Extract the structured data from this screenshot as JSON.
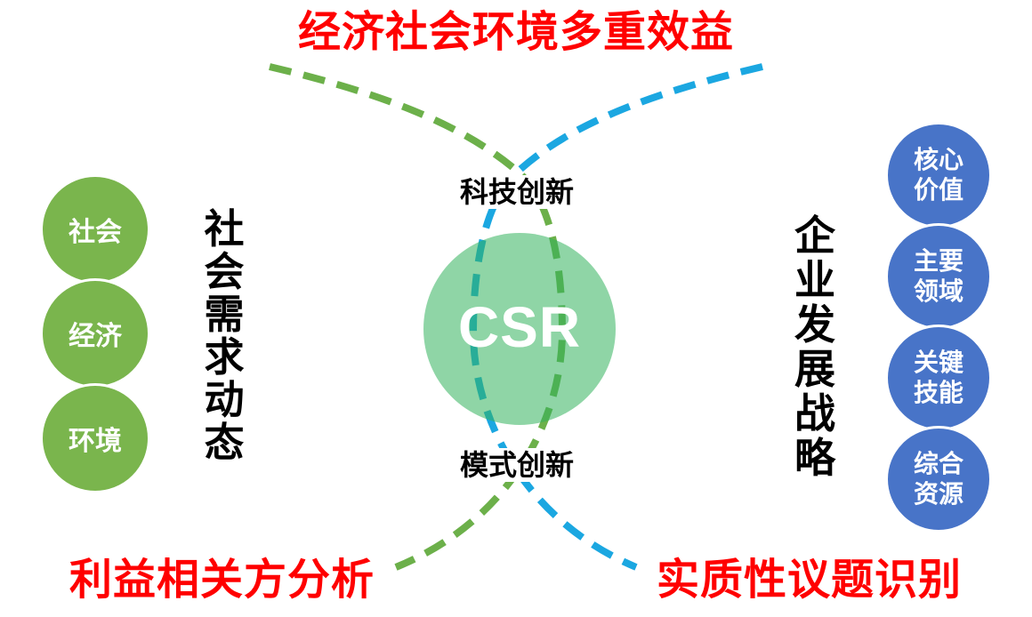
{
  "title_top": "经济社会环境多重效益",
  "center": {
    "csr": "CSR",
    "top_label": "科技创新",
    "bottom_label": "模式创新"
  },
  "left": {
    "vertical_label": "社会需求动态",
    "circles": [
      {
        "label": "社会"
      },
      {
        "label": "经济"
      },
      {
        "label": "环境"
      }
    ]
  },
  "right": {
    "vertical_label": "企业发展战略",
    "circles": [
      {
        "line1": "核心",
        "line2": "价值"
      },
      {
        "line1": "主要",
        "line2": "领域"
      },
      {
        "line1": "关键",
        "line2": "技能"
      },
      {
        "line1": "综合",
        "line2": "资源"
      }
    ]
  },
  "bottom_left_label": "利益相关方分析",
  "bottom_right_label": "实质性议题识别",
  "colors": {
    "red_text": "#ff0000",
    "green_circle": "#7ab54d",
    "blue_circle": "#4874c8",
    "green_dash": "#6cb04a",
    "blue_dash": "#1ba7e1",
    "center_circle": "#8fd5a4"
  }
}
